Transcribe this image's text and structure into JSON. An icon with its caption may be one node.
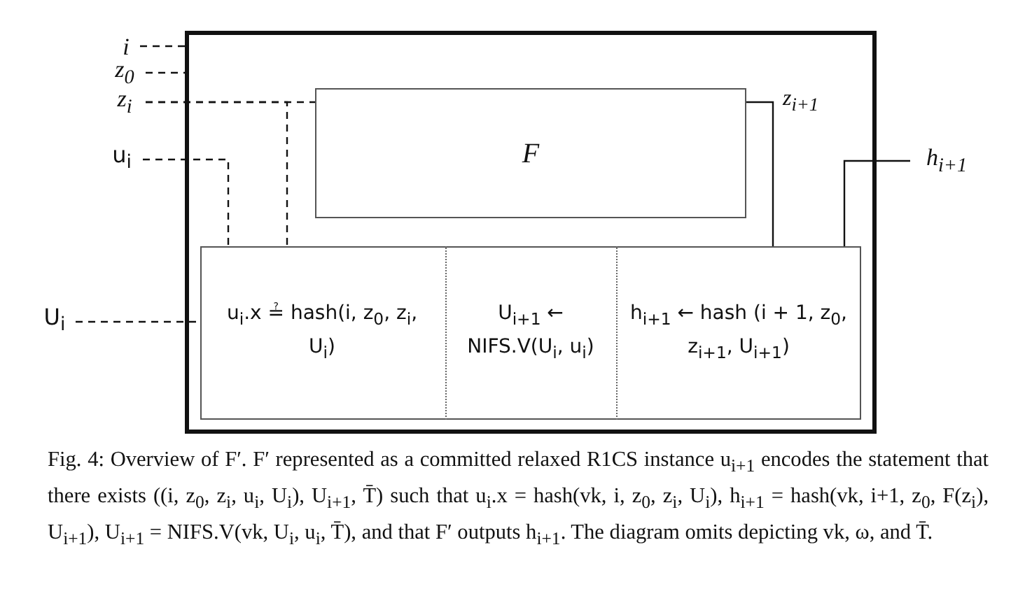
{
  "diagram": {
    "caption": "Fig. 4: Overview of F′. F′ represented as a committed relaxed R1CS instance u$_{i+1}$ encodes the statement that there exists ((i, z$_{0}$, z$_{i}$, u$_{i}$, U$_{i}$), U$_{i+1}$, T̄) such that u$_{i}$.x = hash(vk, i, z$_{0}$, z$_{i}$, U$_{i}$), h$_{i+1}$ = hash(vk, i+1, z$_{0}$, F(z$_{i}$), U$_{i+1}$), U$_{i+1}$ = NIFS.V(vk, U$_{i}$, u$_{i}$, T̄), and that F′ outputs h$_{i+1}$. The diagram omits depicting vk, ω, and T̄.",
    "nodes": [
      {
        "text": [],
        "shape": "box"
      },
      {
        "text": [
          "F"
        ],
        "in": 0
      },
      {
        "text": [],
        "shape": "box",
        "in": 0
      },
      {
        "text": [
          "u$_{i}$.x ≟ hash(i, z$_{0}$, z$_{i}$, U$_{i}$)"
        ],
        "in": 2
      },
      {
        "text": [
          "U$_{i+1}$ ← NIFS.V(U$_{i}$, u$_{i}$)"
        ],
        "in": 2
      },
      {
        "text": [
          "h$_{i+1}$ ← hash (i + 1, z$_{0}$, z$_{i+1}$, U$_{i+1}$)"
        ],
        "in": 2
      },
      {
        "text": [
          "i"
        ]
      },
      {
        "text": [
          "z$_{0}$"
        ]
      },
      {
        "text": [
          "z$_{i}$"
        ]
      },
      {
        "text": [
          "u$_{i}$"
        ]
      },
      {
        "text": [
          "U$_{i}$"
        ]
      },
      {
        "text": [
          "h$_{i+1}$"
        ]
      }
    ],
    "edges": [
      {
        "from": 6,
        "to": 0,
        "arrow": "none",
        "style": "dashed"
      },
      {
        "from": 7,
        "to": 0,
        "arrow": "none",
        "style": "dashed"
      },
      {
        "from": 8,
        "to": 1,
        "arrow": "none",
        "style": "dashed"
      },
      {
        "from": 8,
        "to": 2,
        "arrow": "none",
        "style": "dashed"
      },
      {
        "from": 9,
        "to": 2,
        "arrow": "none",
        "style": "dashed"
      },
      {
        "from": 10,
        "to": 2,
        "arrow": "none",
        "style": "dashed"
      },
      {
        "from": 1,
        "to": 2,
        "arrow": "none",
        "label": "z$_{i+1}$"
      },
      {
        "from": 2,
        "to": 11,
        "arrow": "none"
      }
    ]
  }
}
